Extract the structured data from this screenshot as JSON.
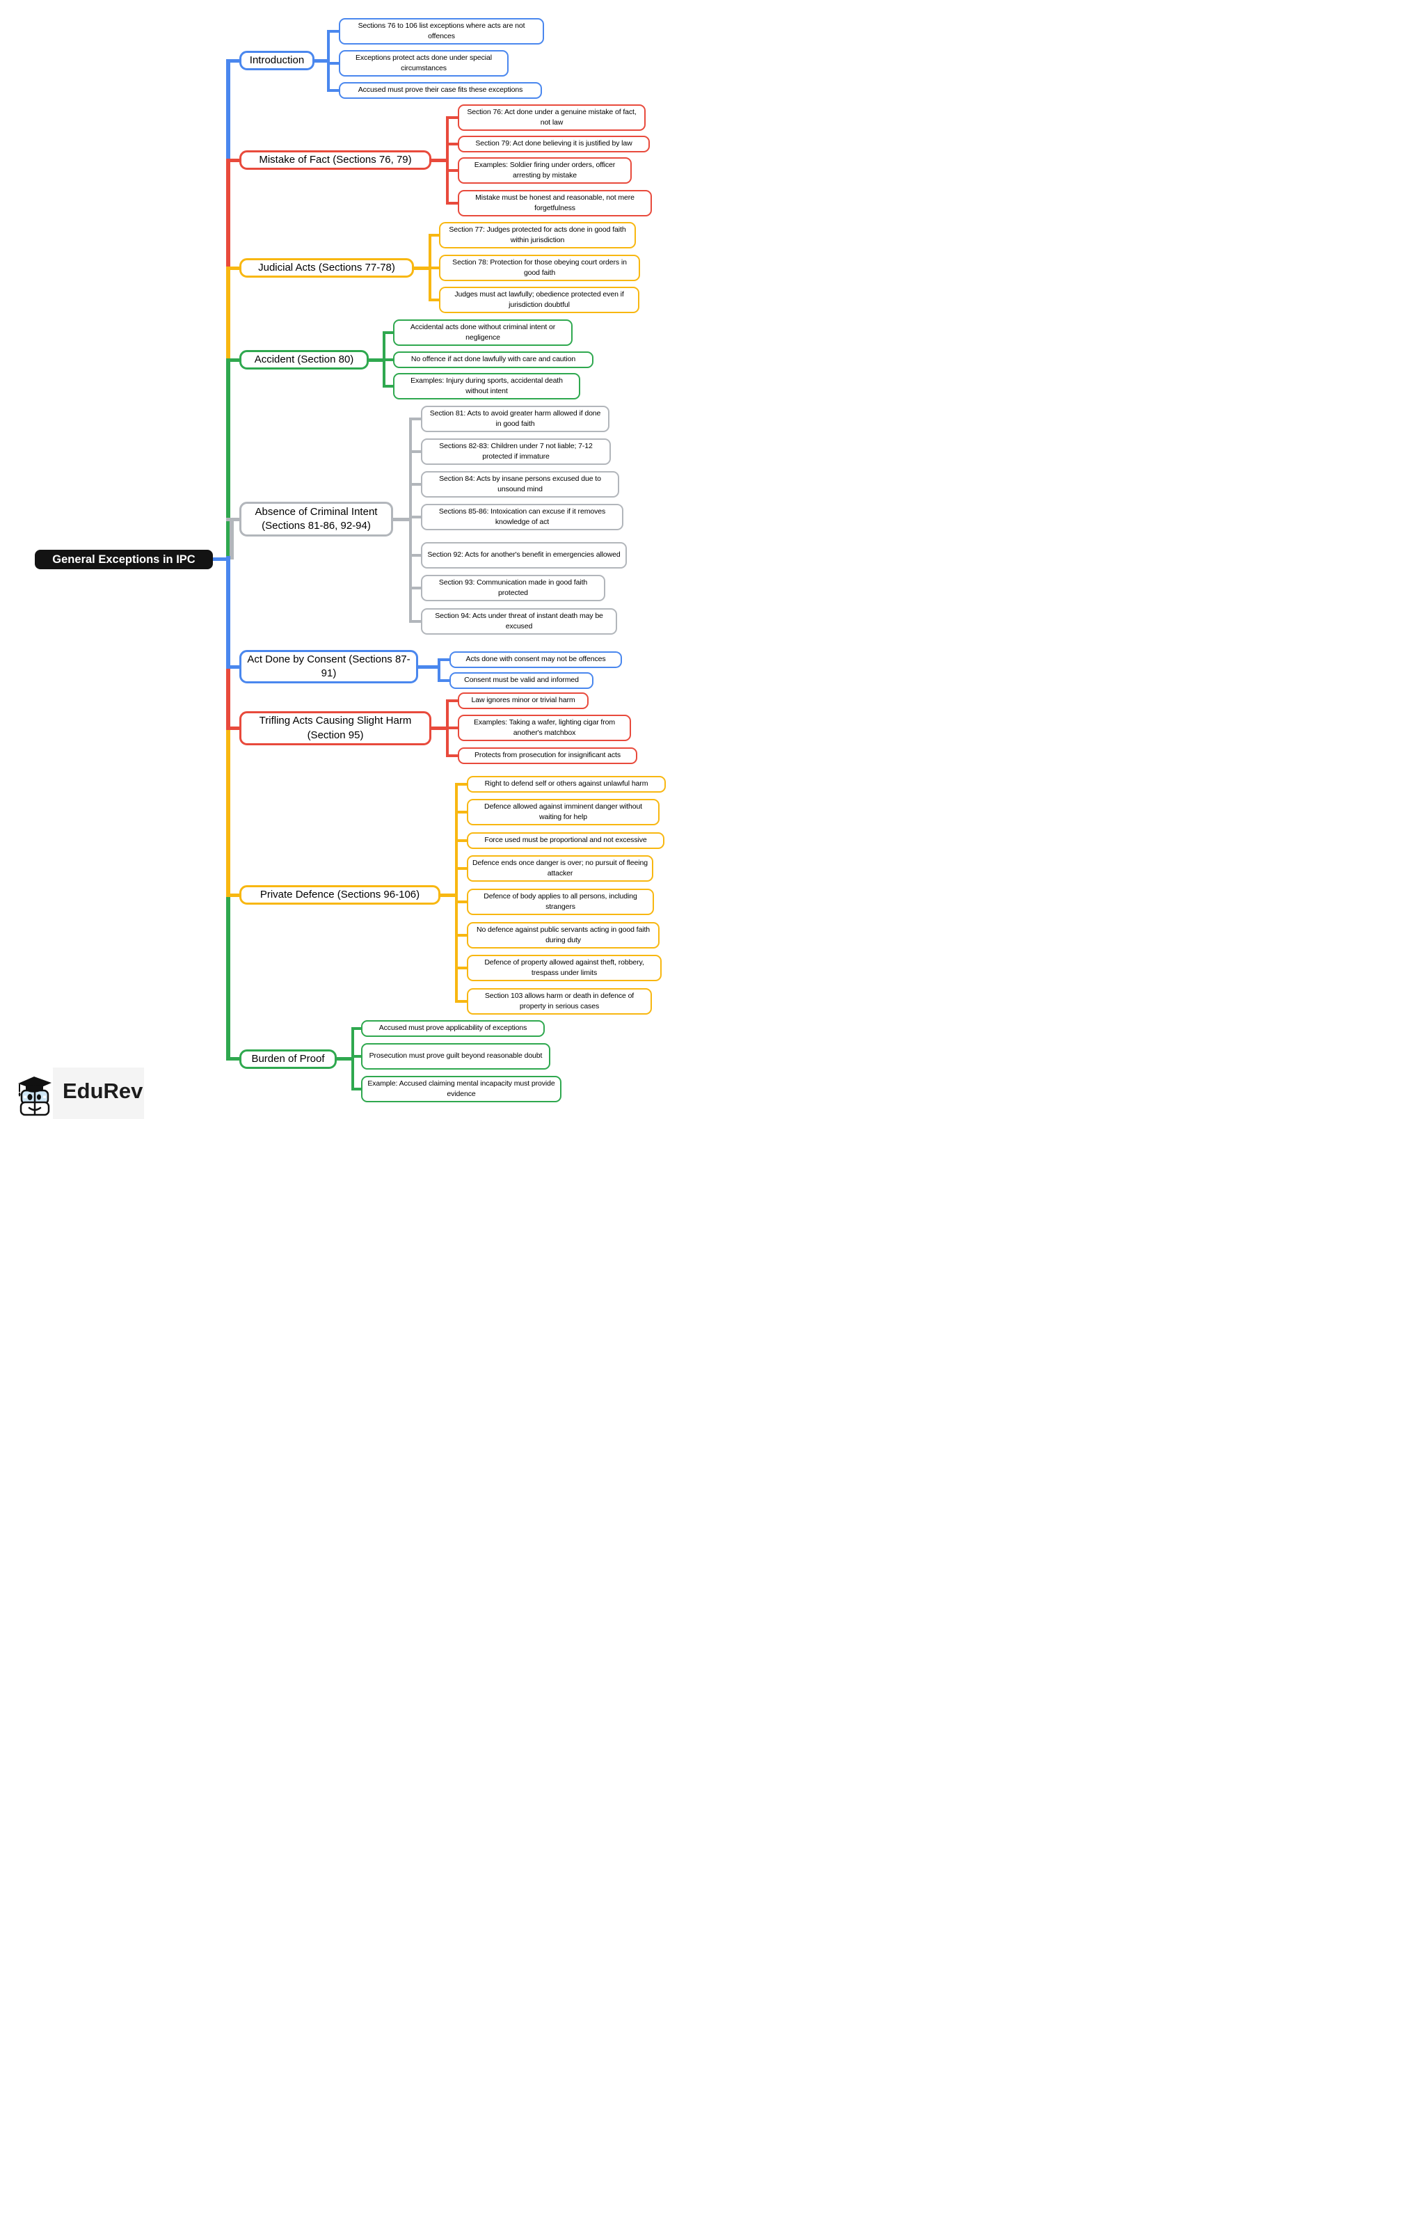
{
  "title": {
    "label": "General Exceptions in IPC"
  },
  "branding": {
    "name": "EduRev",
    "mascot": "edurev-graduate-books-mascot"
  },
  "palette": {
    "blue": "#4a87ee",
    "red": "#e84a3c",
    "yellow": "#f8b711",
    "green": "#2fa84f",
    "gray": "#b2b6bb",
    "root_bg": "#131313",
    "root_text": "#ffffff",
    "node_bg": "#ffffff",
    "text": "#000000"
  },
  "mindmap": {
    "root": "General Exceptions in IPC",
    "branches": [
      {
        "label": "Introduction",
        "color": "blue",
        "children": [
          "Sections 76 to 106 list exceptions where acts are not offences",
          "Exceptions protect acts done under special circumstances",
          "Accused must prove their case fits these exceptions"
        ]
      },
      {
        "label": "Mistake of Fact (Sections 76, 79)",
        "color": "red",
        "children": [
          "Section 76: Act done under a genuine mistake of fact, not law",
          "Section 79: Act done believing it is justified by law",
          "Examples: Soldier firing under orders, officer arresting by mistake",
          "Mistake must be honest and reasonable, not mere forgetfulness"
        ]
      },
      {
        "label": "Judicial Acts (Sections 77-78)",
        "color": "yellow",
        "children": [
          "Section 77: Judges protected for acts done in good faith within jurisdiction",
          "Section 78: Protection for those obeying court orders in good faith",
          "Judges must act lawfully; obedience protected even if jurisdiction doubtful"
        ]
      },
      {
        "label": "Accident (Section 80)",
        "color": "green",
        "children": [
          "Accidental acts done without criminal intent or negligence",
          "No offence if act done lawfully with care and caution",
          "Examples: Injury during sports, accidental death without intent"
        ]
      },
      {
        "label": "Absence of Criminal Intent (Sections 81-86, 92-94)",
        "color": "gray",
        "children": [
          "Section 81: Acts to avoid greater harm allowed if done in good faith",
          "Sections 82-83: Children under 7 not liable; 7-12 protected if immature",
          "Section 84: Acts by insane persons excused due to unsound mind",
          "Sections 85-86: Intoxication can excuse if it removes knowledge of act",
          "Section 92: Acts for another's benefit in emergencies allowed",
          "Section 93: Communication made in good faith protected",
          "Section 94: Acts under threat of instant death may be excused"
        ]
      },
      {
        "label": "Act Done by Consent (Sections 87-91)",
        "color": "blue",
        "children": [
          "Acts done with consent may not be offences",
          "Consent must be valid and informed"
        ]
      },
      {
        "label": "Trifling Acts Causing Slight Harm (Section 95)",
        "color": "red",
        "children": [
          "Law ignores minor or trivial harm",
          "Examples: Taking a wafer, lighting cigar from another's matchbox",
          "Protects from prosecution for insignificant acts"
        ]
      },
      {
        "label": "Private Defence (Sections 96-106)",
        "color": "yellow",
        "children": [
          "Right to defend self or others against unlawful harm",
          "Defence allowed against imminent danger without waiting for help",
          "Force used must be proportional and not excessive",
          "Defence ends once danger is over; no pursuit of fleeing attacker",
          "Defence of body applies to all persons, including strangers",
          "No defence against public servants acting in good faith during duty",
          "Defence of property allowed against theft, robbery, trespass under limits",
          "Section 103 allows harm or death in defence of property in serious cases"
        ]
      },
      {
        "label": "Burden of Proof",
        "color": "green",
        "children": [
          "Accused must prove applicability of exceptions",
          "Prosecution must prove guilt beyond reasonable doubt",
          "Example: Accused claiming mental incapacity must provide evidence"
        ]
      }
    ]
  }
}
